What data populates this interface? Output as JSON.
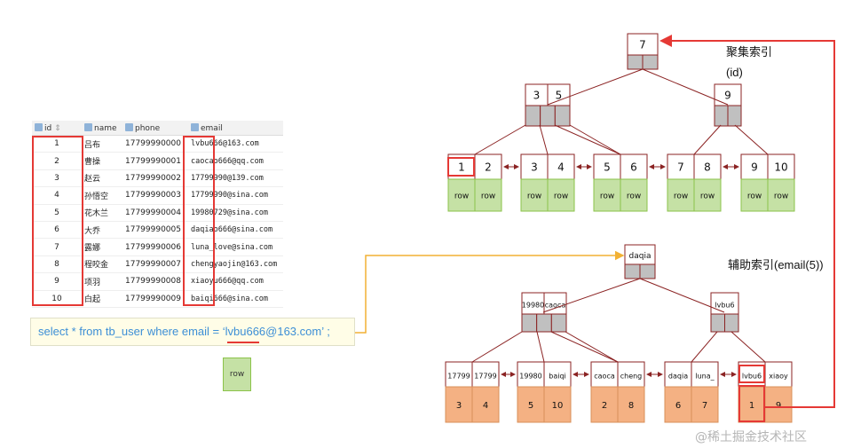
{
  "table": {
    "headers": [
      "id",
      "name",
      "phone",
      "email"
    ],
    "header_sort_mark": "⇕",
    "rows": [
      [
        "1",
        "吕布",
        "17799990000",
        "lvbu666@163.com"
      ],
      [
        "2",
        "曹操",
        "17799990001",
        "caocao666@qq.com"
      ],
      [
        "3",
        "赵云",
        "17799990002",
        "17799990@139.com"
      ],
      [
        "4",
        "孙悟空",
        "17799990003",
        "17799990@sina.com"
      ],
      [
        "5",
        "花木兰",
        "17799990004",
        "19980729@sina.com"
      ],
      [
        "6",
        "大乔",
        "17799990005",
        "daqiao666@sina.com"
      ],
      [
        "7",
        "露娜",
        "17799990006",
        "luna_love@sina.com"
      ],
      [
        "8",
        "程咬金",
        "17799990007",
        "chengyaojin@163.com"
      ],
      [
        "9",
        "项羽",
        "17799990008",
        "xiaoyu666@qq.com"
      ],
      [
        "10",
        "白起",
        "17799990009",
        "baiqi666@sina.com"
      ]
    ]
  },
  "query": {
    "text": "select * from tb_user where email = ‘lvbu666@163.com’ ;"
  },
  "row_result": {
    "label": "row"
  },
  "clustered": {
    "title": "聚集索引",
    "subtitle": "(id)",
    "root": [
      "7"
    ],
    "level2": [
      [
        "3",
        "5"
      ],
      [
        "9"
      ]
    ],
    "leaves": [
      [
        "1",
        "2"
      ],
      [
        "3",
        "4"
      ],
      [
        "5",
        "6"
      ],
      [
        "7",
        "8"
      ],
      [
        "9",
        "10"
      ]
    ],
    "leaf_row_label": "row"
  },
  "secondary": {
    "title": "辅助索引(email(5))",
    "root": [
      "daqia"
    ],
    "level2": [
      [
        "19980",
        "caoca"
      ],
      [
        "lvbu6"
      ]
    ],
    "leaves": [
      [
        "17799",
        "17799"
      ],
      [
        "19980",
        "baiqi"
      ],
      [
        "caoca",
        "cheng"
      ],
      [
        "daqia",
        "luna_"
      ],
      [
        "lvbu6",
        "xiaoy"
      ]
    ],
    "leaf_ids": [
      [
        "3",
        "4"
      ],
      [
        "5",
        "10"
      ],
      [
        "2",
        "8"
      ],
      [
        "6",
        "7"
      ],
      [
        "1",
        "9"
      ]
    ]
  },
  "watermark": "@稀土掘金技术社区",
  "colors": {
    "tree_line": "#8b2323",
    "grey_cell": "#c0c0c0",
    "green_cell": "#c5e1a5",
    "orange_cell": "#f4b183",
    "highlight_red": "#e53935",
    "query_arrow": "#f2b134"
  }
}
